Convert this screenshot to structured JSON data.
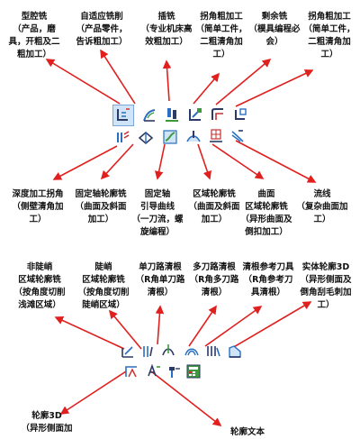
{
  "top_labels": [
    "型腔铣\n（产品，磨\n具，开粗及二\n粗加工）",
    "自适应铣削\n（产品零件，\n告诉粗加工）",
    "插铣\n（专业机床高\n效粗加工）",
    "拐角粗加工\n（简单工件，\n二粗清角加\n工）",
    "剩余铣\n（模具编程必\n会）",
    "拐角粗加工\n（简单工件，\n二粗清角加\n工）"
  ],
  "mid_labels": [
    "深度加工拐角\n（侧壁清角加\n工）",
    "固定轴轮廓铣\n（曲面及斜面\n加工）",
    "固定轴\n引导曲线\n（一刀流，螺\n旋编程）",
    "区域轮廓铣\n（曲面及斜面\n加工）",
    "曲面\n区域轮廓铣\n（异形曲面及\n倒扣加工）",
    "流线\n（复杂曲面加\n工）"
  ],
  "lower_labels": [
    "非陡峭\n区域轮廓铣\n（按角度切削\n浅滩区域）",
    "陡峭\n区域轮廓铣\n（按角度切削\n陡峭区域）",
    "单刀路清根\n（R角单刀路\n清根）",
    "多刀路清根\n（R角多刀路\n清根）",
    "清根参考刀具\n（R角参考刀\n具清根）",
    "实体轮廓3D\n（异形侧面及\n倒角刮毛刺加\n工）"
  ],
  "bottom_labels": [
    "轮廓3D\n（异形侧面加",
    "轮廓文本"
  ],
  "colors": {
    "arrow": "#e0201e",
    "icon_blue": "#2a6fbf",
    "icon_dark": "#2b3a66",
    "icon_green": "#3c9a3c",
    "icon_red": "#c83030",
    "selected_bg": "#cfe4f7"
  }
}
